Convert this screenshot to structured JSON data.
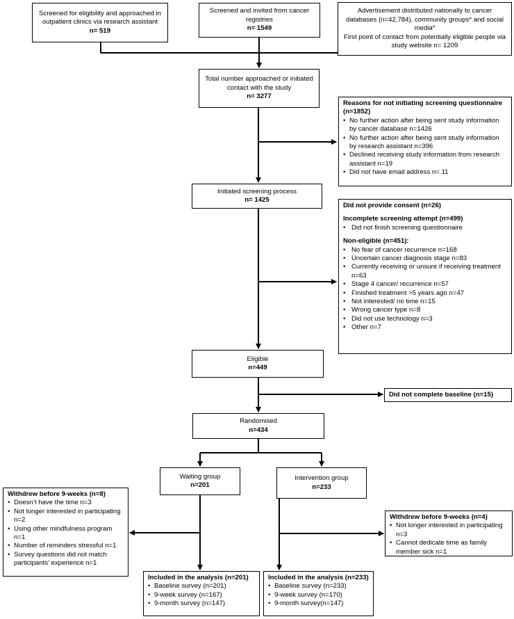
{
  "sources": {
    "clinics": {
      "text": "Screened for eligibility and approached in outpatient clinics via research assistant",
      "n": "n= 519"
    },
    "registries": {
      "text": "Screened and invited from cancer registries",
      "n": "n= 1549"
    },
    "advertisement": {
      "text": "Advertisement distributed nationally to cancer databases (n=42,784), community groups* and social media*",
      "text2": "First point of contact from potentially eligible people via study website n= 1209"
    }
  },
  "total": {
    "text": "Total number approached or initiated contact with the study",
    "n": "n= 3277"
  },
  "not_initiating": {
    "title": "Reasons for not initiating screening questionnaire",
    "n": "(n=1852)",
    "items": [
      "No further action after being sent study information by cancer database n=1426",
      "No further action after being sent study information by research assistant n=396",
      "Declined receiving study information from research assistant n=19",
      "Did not have email address n= 11"
    ]
  },
  "screening": {
    "text": "Initiated screening process",
    "n": "n= 1425"
  },
  "exclusions": {
    "no_consent": "Did not provide consent (n=26)",
    "incomplete_title": "Incomplete screening attempt (n=499)",
    "incomplete_items": [
      "Did not finish screening questionnaire"
    ],
    "noneligible_title": "Non-eligible (n=451):",
    "noneligible_items": [
      "No fear of cancer recurrence n=168",
      "Uncertain cancer diagnosis stage n=83",
      "Currently receiving or unsure if receiving treatment n=63",
      "Stage 4 cancer/ recurrence n=57",
      "Finished treatment >5 years ago n=47",
      "Not interested/ no time n=15",
      "Wrong cancer type n=8",
      "Did not use technology n=3",
      "Other n=7"
    ]
  },
  "eligible": {
    "text": "Eligible",
    "n": "n=449"
  },
  "no_baseline": {
    "text": "Did not complete baseline (n=15)"
  },
  "randomised": {
    "text": "Randomised",
    "n": "n=434"
  },
  "waiting": {
    "text": "Waiting group",
    "n": "n=201"
  },
  "intervention": {
    "text": "Intervention group",
    "n": "n=233"
  },
  "withdraw_waiting": {
    "title": "Withdrew before 9-weeks (n=8)",
    "items": [
      "Doesn’t have the time n=3",
      "Not longer interested in participating n=2",
      "Using other mindfulness program n=1",
      "Number of reminders stressful n=1",
      "Survey questions did not match participants’ experience n=1"
    ]
  },
  "withdraw_intervention": {
    "title": "Withdrew before 9-weeks (n=4)",
    "items": [
      "Not longer interested in participating n=3",
      "Cannot dedicate time as family member sick n=1"
    ]
  },
  "analysis_waiting": {
    "title": "Included in the analysis (n=201)",
    "items": [
      "Baseline survey (n=201)",
      "9-week survey (n=167)",
      "9-month survey (n=147)"
    ]
  },
  "analysis_intervention": {
    "title": "Included in the analysis (n=233)",
    "items": [
      "Baseline survey (n=233)",
      "9-week survey (n=170)",
      "9-month survey(n=147)"
    ]
  }
}
